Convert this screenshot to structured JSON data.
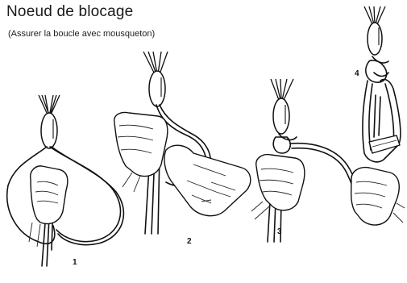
{
  "header": {
    "title": "Noeud de blocage",
    "subtitle": "(Assurer la boucle avec mousqueton)"
  },
  "steps": [
    {
      "number": "1"
    },
    {
      "number": "2"
    },
    {
      "number": "3"
    },
    {
      "number": "4"
    }
  ]
}
